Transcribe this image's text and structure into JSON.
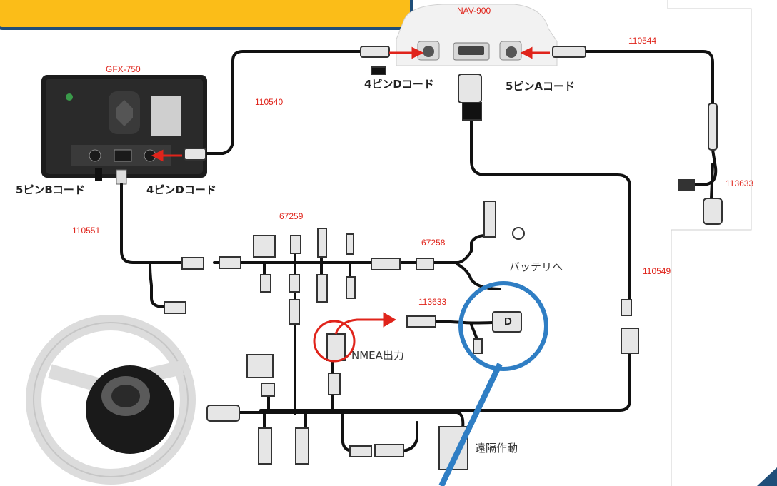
{
  "labels": {
    "nav": "NAV-900",
    "gfx": "GFX-750",
    "p110544": "110544",
    "p110540": "110540",
    "p113633_right": "113633",
    "p110551": "110551",
    "p67259": "67259",
    "p67258": "67258",
    "p110549": "110549",
    "p113633_mid": "113633",
    "cord_4pin_d_top": "4ピンDコード",
    "cord_5pin_a": "5ピンAコード",
    "cord_5pin_b": "5ピンBコード",
    "cord_4pin_d_left": "4ピンDコード",
    "battery": "バッテリへ",
    "nmea": "NMEA出力",
    "remote": "遠隔作動",
    "connector_d": "D"
  },
  "colors": {
    "banner": "#fbbd18",
    "banner_border": "#1f4e79",
    "red": "#e0241b",
    "blue": "#2f7ec4",
    "cable": "#111111"
  }
}
